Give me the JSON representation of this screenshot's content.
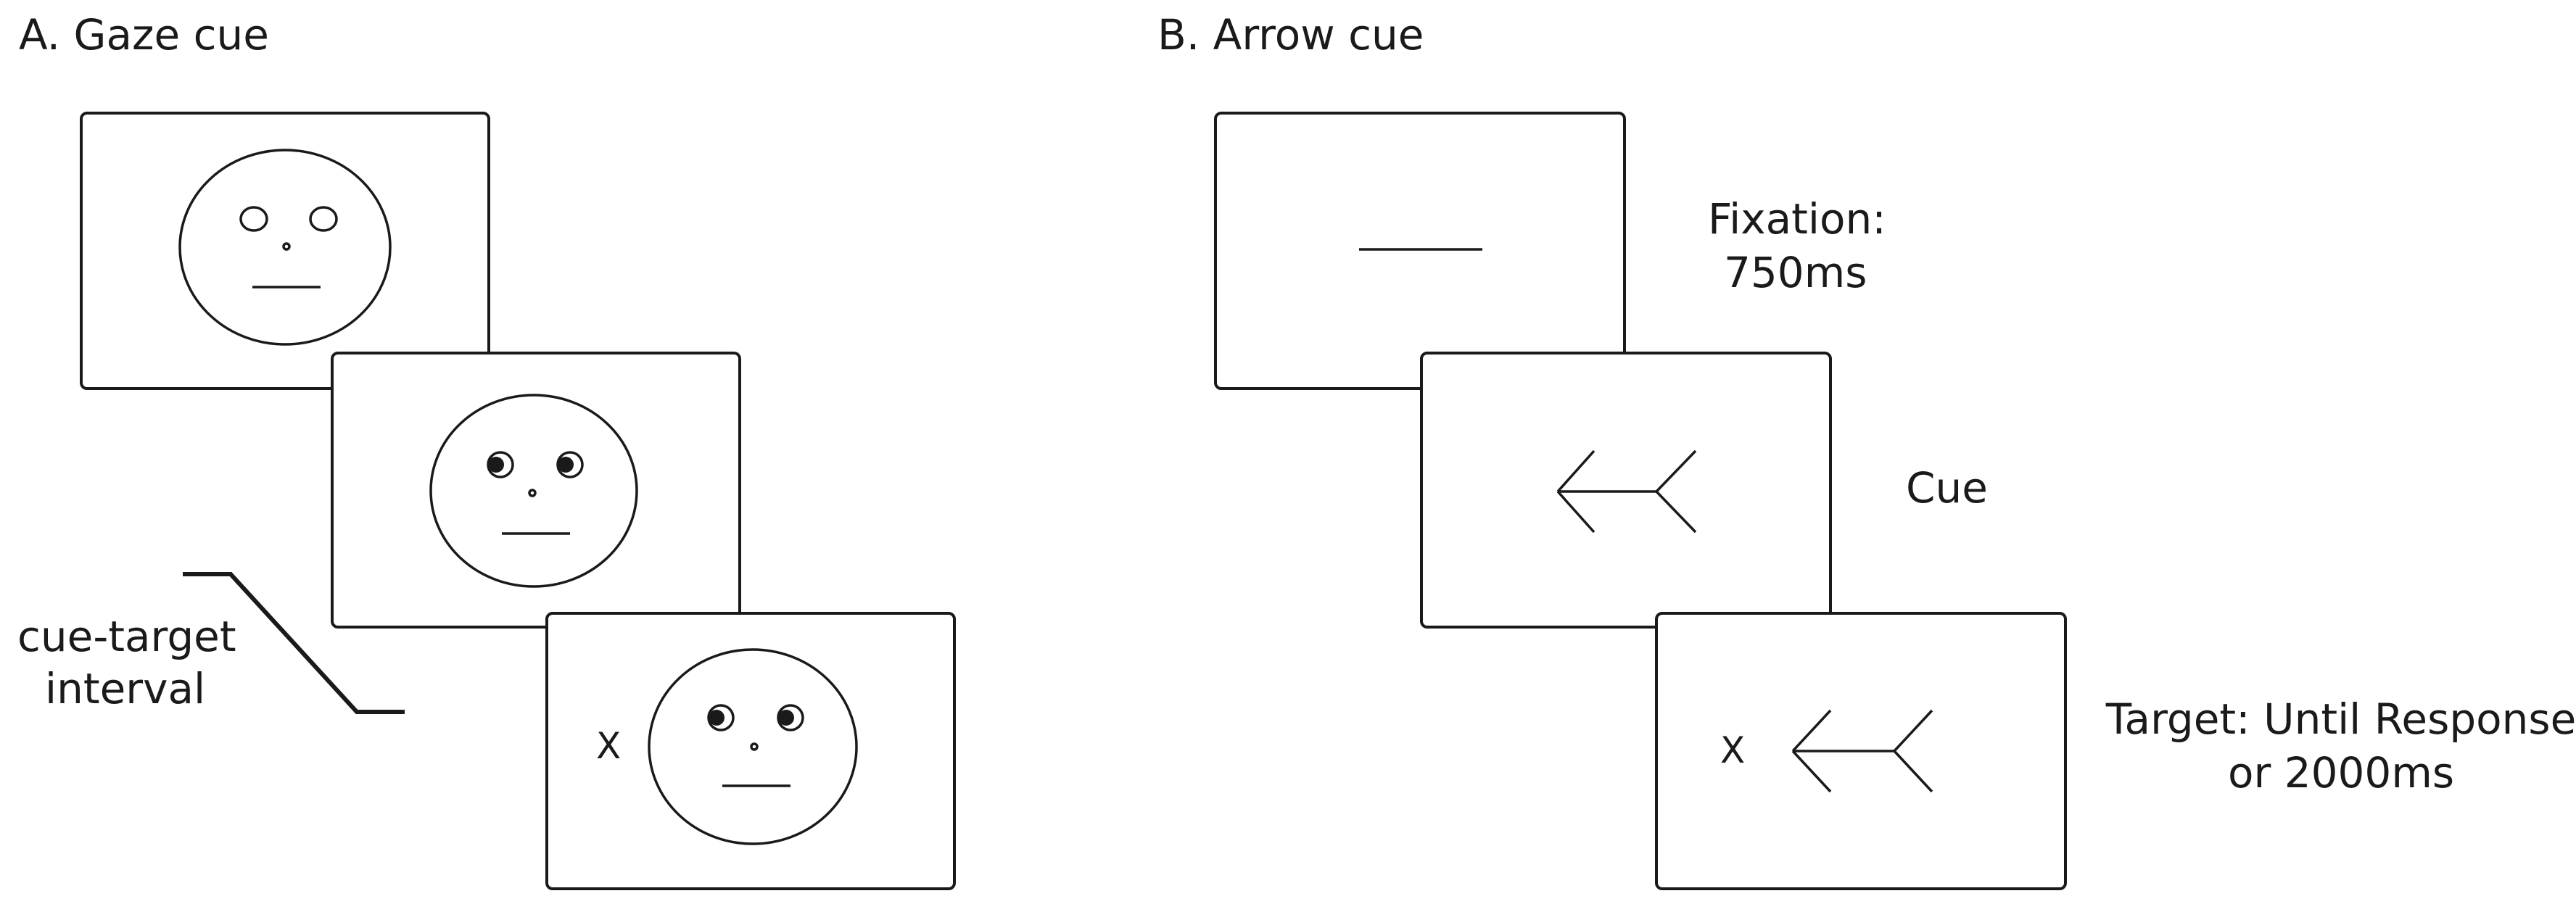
{
  "panel_a": {
    "title": "A. Gaze cue",
    "interval_label_line1": "cue-target",
    "interval_label_line2": "interval",
    "target_symbol": "X"
  },
  "panel_b": {
    "title": "B. Arrow cue",
    "fixation_label_line1": "Fixation:",
    "fixation_label_line2": "750ms",
    "cue_label": "Cue",
    "target_label_line1": "Target: Until Response",
    "target_label_line2": "or 2000ms",
    "target_symbol": "X"
  },
  "colors": {
    "ink": "#1a1a1a",
    "background": "#ffffff"
  }
}
